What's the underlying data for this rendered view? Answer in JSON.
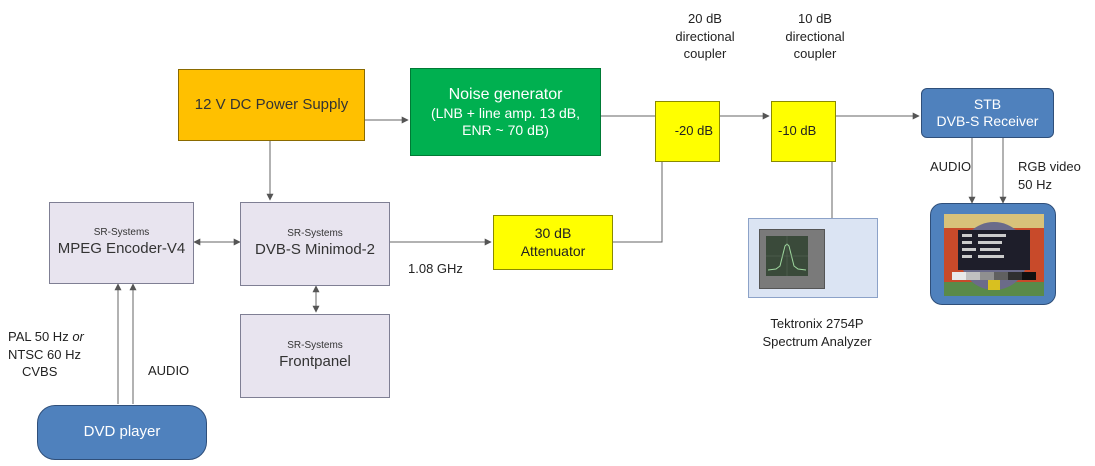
{
  "nodes": {
    "power_supply": {
      "line1": "12 V DC Power Supply"
    },
    "noise_generator": {
      "line1": "Noise generator",
      "line2": "(LNB + line amp. 13 dB,",
      "line3": "ENR ~ 70 dB)"
    },
    "mpeg_encoder": {
      "line1": "SR-Systems",
      "line2": "MPEG Encoder-V4"
    },
    "dvbs_minimod": {
      "line1": "SR-Systems",
      "line2": "DVB-S Minimod-2"
    },
    "frontpanel": {
      "line1": "SR-Systems",
      "line2": "Frontpanel"
    },
    "attenuator": {
      "line1": "30 dB",
      "line2": "Attenuator"
    },
    "coupler_20": {
      "value": "-20 dB"
    },
    "coupler_10": {
      "value": "-10 dB"
    },
    "stb": {
      "line1": "STB",
      "line2": "DVB-S Receiver"
    },
    "dvd": {
      "line1": "DVD player"
    }
  },
  "labels": {
    "coupler_20_title": {
      "line1": "20 dB",
      "line2": "directional",
      "line3": "coupler"
    },
    "coupler_10_title": {
      "line1": "10 dB",
      "line2": "directional",
      "line3": "coupler"
    },
    "freq": "1.08 GHz",
    "audio_stb": "AUDIO",
    "rgb": {
      "line1": "RGB video",
      "line2": "50 Hz"
    },
    "spectrum_analyzer": {
      "line1": "Tektronix 2754P",
      "line2": "Spectrum Analyzer"
    },
    "pal": {
      "line1a": "PAL  50 Hz ",
      "line1b": "or",
      "line2": "NTSC 60 Hz",
      "line3": "CVBS"
    },
    "audio_dvd": "AUDIO"
  },
  "colors": {
    "power_supply": "#ffc000",
    "noise_generator": "#00b050",
    "sr_systems": "#e8e4ef",
    "coupler_attenuator": "#ffff00",
    "stb_dvd_tv": "#4f81bd",
    "analyzer_panel": "#dbe4f3"
  }
}
